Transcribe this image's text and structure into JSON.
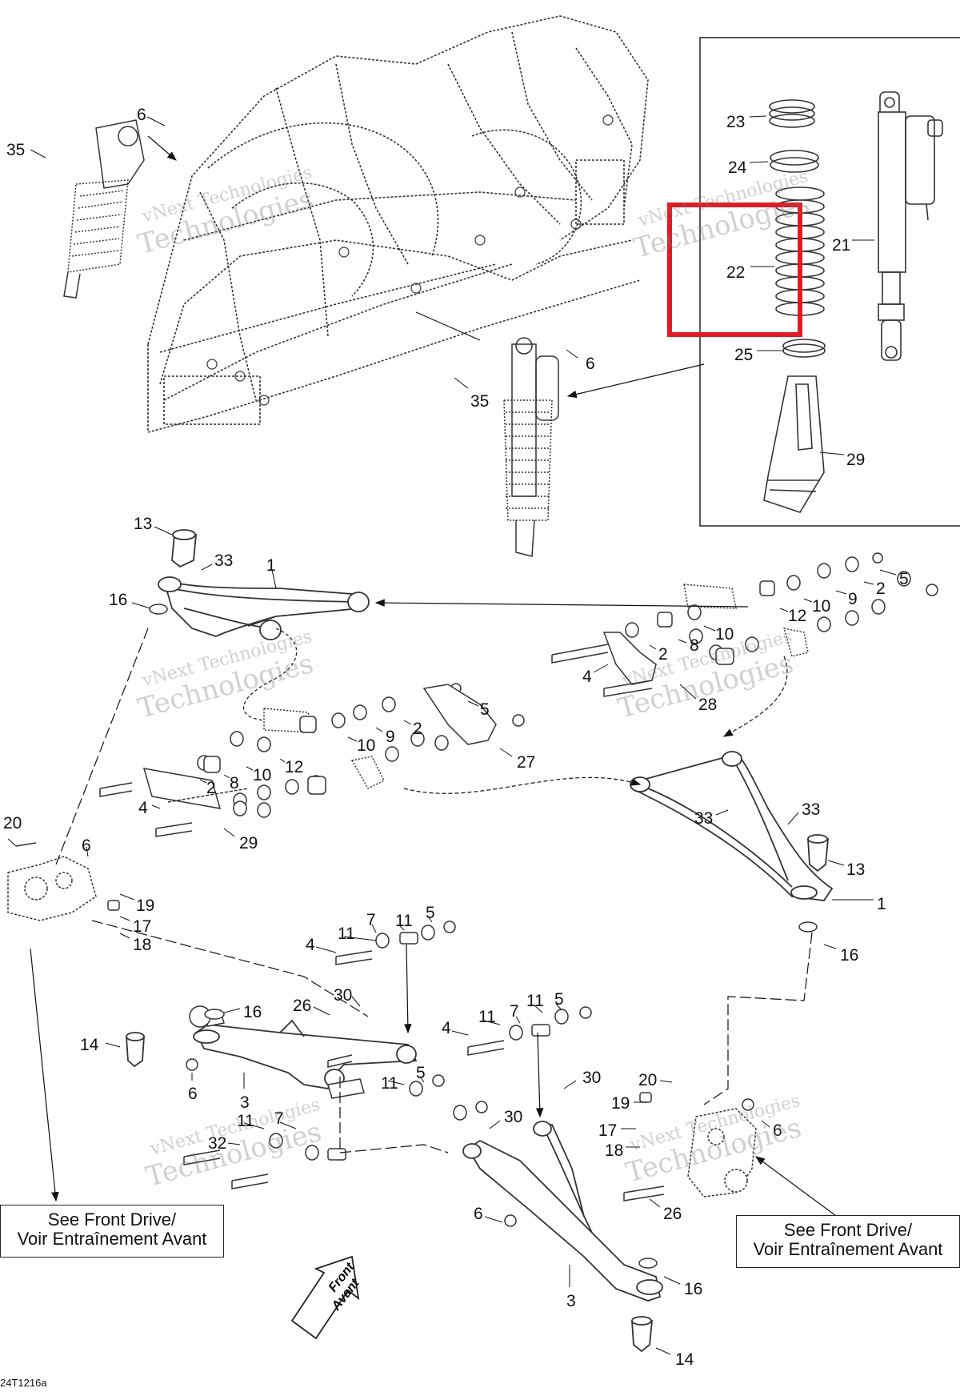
{
  "labels": [
    "1",
    "2",
    "3",
    "4",
    "5",
    "6",
    "7",
    "8",
    "9",
    "10",
    "11",
    "12",
    "13",
    "14",
    "16",
    "17",
    "18",
    "19",
    "20",
    "21",
    "22",
    "23",
    "24",
    "25",
    "26",
    "27",
    "28",
    "29",
    "30",
    "32",
    "33",
    "35"
  ],
  "callouts": {
    "front_drive_left_line1": "See Front Drive/",
    "front_drive_left_line2": "Voir Entraînement Avant",
    "front_drive_right_line1": "See Front Drive/",
    "front_drive_right_line2": "Voir Entraînement Avant"
  },
  "front_arrow": {
    "line1": "Front",
    "line2": "Avant"
  },
  "watermark": {
    "line1": "vNext Technologies",
    "line2": "Technologies",
    "prefix": "vNext"
  },
  "drawing_code": "24T1216a",
  "highlight": {
    "color": "#e01b24",
    "part": "22"
  }
}
